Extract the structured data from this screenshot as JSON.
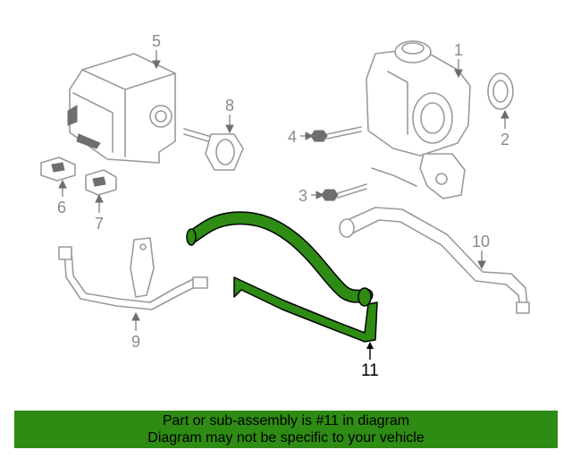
{
  "diagram": {
    "callouts": {
      "c1": "1",
      "c2": "2",
      "c3": "3",
      "c4": "4",
      "c5": "5",
      "c6": "6",
      "c7": "7",
      "c8": "8",
      "c9": "9",
      "c10": "10",
      "c11": "11"
    },
    "highlight_part": "11",
    "colors": {
      "highlight": "#2e8b14",
      "outline": "#9a9a9a",
      "banner": "#2e8b14"
    }
  },
  "banner": {
    "line1": "Part or sub-assembly is #11 in diagram",
    "line2": "Diagram may not be specific to your vehicle"
  }
}
